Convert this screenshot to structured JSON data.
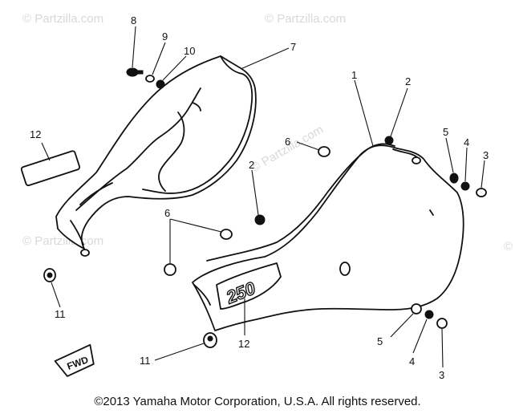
{
  "watermark": "© Partzilla.com",
  "callouts": {
    "c1": "1",
    "c2a": "2",
    "c2b": "2",
    "c3a": "3",
    "c3b": "3",
    "c4a": "4",
    "c4b": "4",
    "c5a": "5",
    "c5b": "5",
    "c6a": "6",
    "c6b": "6",
    "c7": "7",
    "c8": "8",
    "c9": "9",
    "c10": "10",
    "c11a": "11",
    "c11b": "11",
    "c12a": "12",
    "c12b": "12"
  },
  "badge_text": "250",
  "fwd_label": "FWD",
  "copyright": "©2013 Yamaha Motor Corporation, U.S.A. All rights reserved."
}
